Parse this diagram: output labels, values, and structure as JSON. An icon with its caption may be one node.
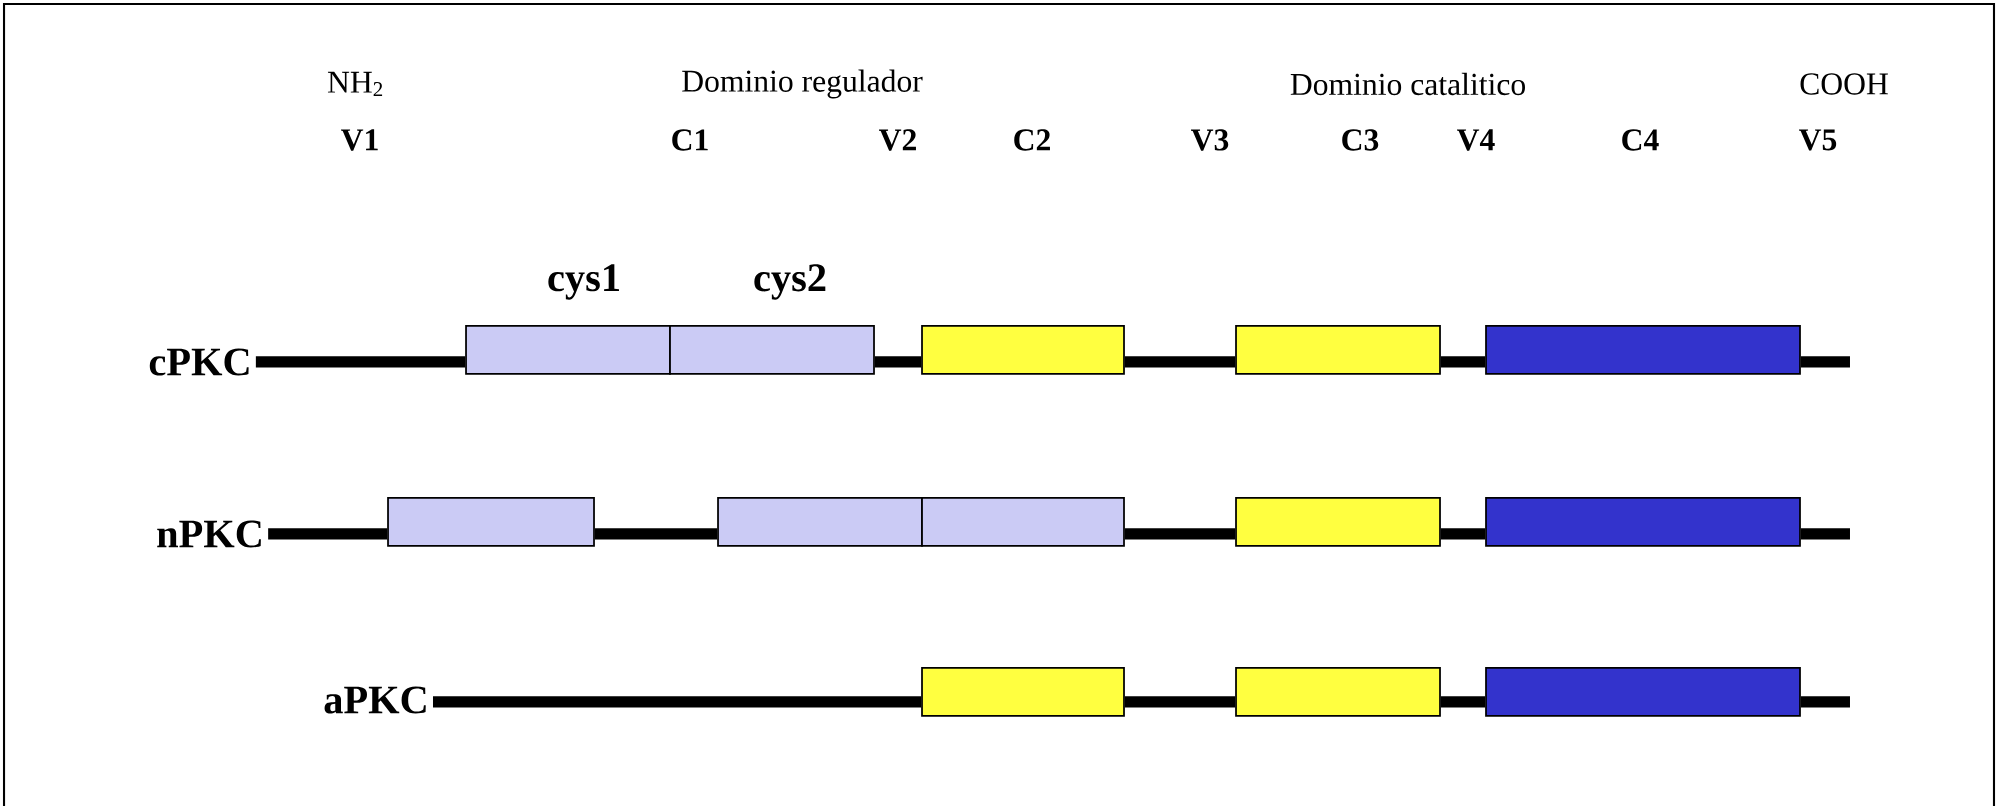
{
  "diagram": {
    "nodes": [
      {
        "text": [
          "cPKC"
        ]
      },
      {
        "text": [],
        "shape": "box",
        "beside": [
          "cys1"
        ]
      },
      {
        "text": [],
        "shape": "box",
        "beside": [
          "cys2"
        ]
      },
      {
        "text": [],
        "shape": "box"
      },
      {
        "text": [],
        "shape": "box"
      },
      {
        "text": [],
        "shape": "box"
      },
      {
        "text": [
          "nPKC"
        ]
      },
      {
        "text": [],
        "shape": "box"
      },
      {
        "text": [],
        "shape": "box"
      },
      {
        "text": [],
        "shape": "box"
      },
      {
        "text": [],
        "shape": "box"
      },
      {
        "text": [],
        "shape": "box"
      },
      {
        "text": [
          "aPKC"
        ]
      },
      {
        "text": [],
        "shape": "box"
      },
      {
        "text": [],
        "shape": "box"
      },
      {
        "text": [],
        "shape": "box"
      }
    ],
    "edges": [
      {
        "from": 0,
        "to": 1,
        "arrow": "none"
      },
      {
        "from": 2,
        "to": 3,
        "arrow": "none"
      },
      {
        "from": 3,
        "to": 4,
        "arrow": "none"
      },
      {
        "from": 4,
        "to": 5,
        "arrow": "none"
      },
      {
        "from": 5,
        "to": null,
        "arrow": "none"
      },
      {
        "from": 6,
        "to": 7,
        "arrow": "none"
      },
      {
        "from": 7,
        "to": 8,
        "arrow": "none"
      },
      {
        "from": 9,
        "to": 10,
        "arrow": "none"
      },
      {
        "from": 10,
        "to": 11,
        "arrow": "none"
      },
      {
        "from": 11,
        "to": null,
        "arrow": "none"
      },
      {
        "from": 12,
        "to": 13,
        "arrow": "none"
      },
      {
        "from": 13,
        "to": 14,
        "arrow": "none"
      },
      {
        "from": 14,
        "to": 15,
        "arrow": "none"
      },
      {
        "from": 15,
        "to": null,
        "arrow": "none"
      }
    ],
    "labels": [
      "NH$_{2}$",
      "Dominio regulador",
      "Dominio catalitico",
      "COOH",
      "V1",
      "C1",
      "V2",
      "C2",
      "V3",
      "C3",
      "V4",
      "C4",
      "V5"
    ]
  }
}
